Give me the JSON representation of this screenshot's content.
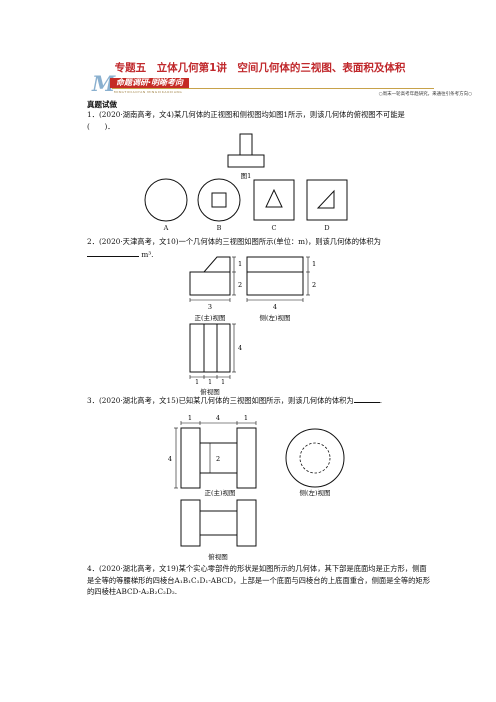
{
  "header": {
    "title": "专题五　立体几何第1讲　空间几何体的三视图、表面积及体积",
    "logo_letter": "M",
    "banner_label": "命题调研·明晰考向",
    "banner_subtext": "MINGTIDIAOYAN MINGXIKAOXIANG",
    "banner_right": "○周末一轮高考年趋研究，来通往引条考方向○"
  },
  "section": "真题试做",
  "q1": {
    "text": "1．(2020·湖南高考，文4)某几何体的正视图和侧视图均如图1所示，则该几何体的俯视图不可能是(　　)．",
    "figure_caption": "图1",
    "options": [
      "A",
      "B",
      "C",
      "D"
    ]
  },
  "q2": {
    "text": "2．(2020·天津高考，文10)一个几何体的三视图如图所示(单位：m)，则该几何体的体积为",
    "unit": "m³.",
    "front_label": "正(主)视图",
    "side_label": "侧(左)视图",
    "top_label": "俯视图",
    "dims": {
      "front_width": "3",
      "side_width": "4",
      "front_top": "1",
      "front_bottom": "2",
      "side_top": "1",
      "side_bottom": "2",
      "top_height": "4",
      "top_seg": "1"
    }
  },
  "q3": {
    "text": "3．(2020·湖北高考，文15)已知某几何体的三视图如图所示，则该几何体的体积为",
    "front_label": "正(主)视图",
    "side_label": "侧(左)视图",
    "top_label": "俯视图",
    "dims": {
      "left": "1",
      "mid": "4",
      "right": "1",
      "height": "4",
      "inner": "2"
    }
  },
  "q4": {
    "text": "4．(2020·湖北高考，文19)某个实心零部件的形状是如图所示的几何体，其下部是底面均是正方形，侧面是全等的等腰梯形的四棱台A₁B₁C₁D₁-ABCD，上部是一个底面与四棱台的上底面重合，侧面是全等的矩形的四棱柱ABCD-A₂B₂C₂D₂."
  }
}
